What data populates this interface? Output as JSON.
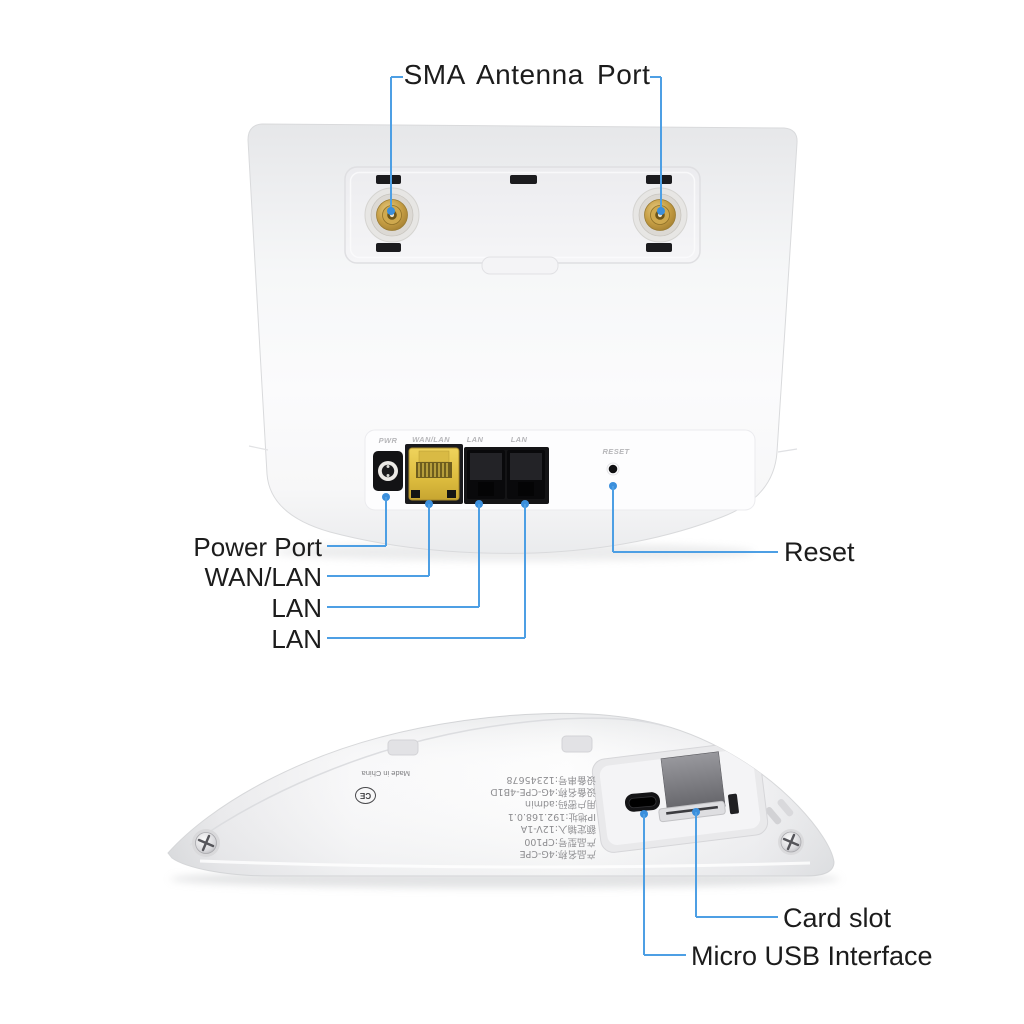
{
  "colors": {
    "accent_blue": "#4d9fe4",
    "dot_blue": "#3b8fdc",
    "wan_port_yellow": "#dcbc3e",
    "label_text": "#1c1c1c",
    "background": "#ffffff"
  },
  "callouts": {
    "sma": "SMA Antenna Port",
    "power": "Power Port",
    "wan_lan": "WAN/LAN",
    "lan_1": "LAN",
    "lan_2": "LAN",
    "reset": "Reset",
    "card_slot": "Card slot",
    "micro_usb": "Micro USB Interface"
  },
  "back_view": {
    "engraved_labels": {
      "power": "PWR",
      "wan_lan": "WAN/LAN",
      "lan_1": "LAN",
      "lan_2": "LAN",
      "reset": "RESET"
    }
  },
  "bottom_view": {
    "ce_mark": "CE",
    "made_in": "Made in China",
    "label_lines": [
      "产品名称:4G-CPE",
      "产品型号:CP100",
      "额定输入:12V-1A",
      "IP地址:192.168.0.1",
      "用户密码:admin",
      "设备名称:4G-CPE-4B1D",
      "设备串号:12345678"
    ]
  }
}
